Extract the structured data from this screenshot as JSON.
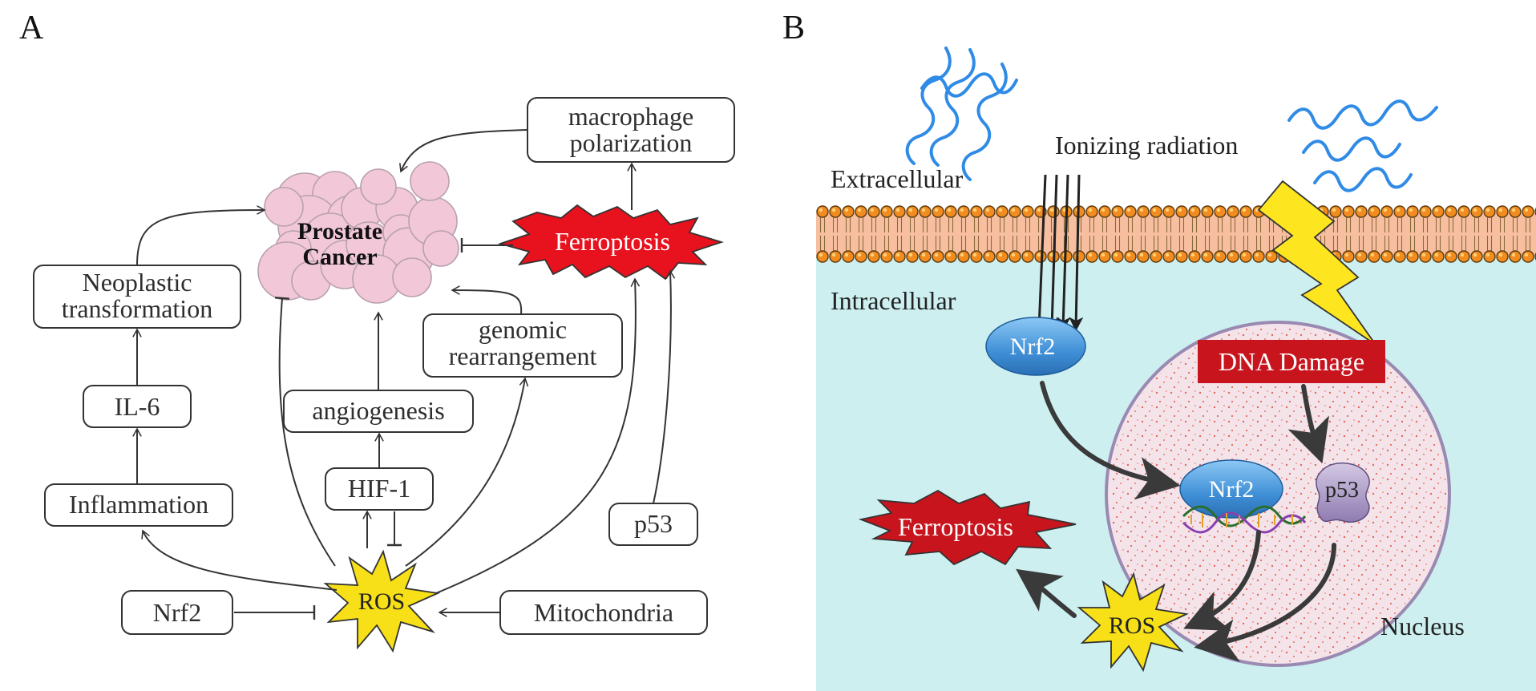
{
  "panel_a": {
    "letter": "A",
    "nodes": {
      "prostate_cancer_line1": "Prostate",
      "prostate_cancer_line2": "Cancer",
      "macrophage_line1": "macrophage",
      "macrophage_line2": "polarization",
      "ferroptosis": "Ferroptosis",
      "neoplastic_line1": "Neoplastic",
      "neoplastic_line2": "transformation",
      "genomic_line1": "genomic",
      "genomic_line2": "rearrangement",
      "il6": "IL-6",
      "angiogenesis": "angiogenesis",
      "hif1": "HIF-1",
      "inflammation": "Inflammation",
      "p53": "p53",
      "nrf2": "Nrf2",
      "ros": "ROS",
      "mitochondria": "Mitochondria"
    }
  },
  "panel_b": {
    "letter": "B",
    "labels": {
      "ionizing_radiation": "Ionizing radiation",
      "extracellular": "Extracellular",
      "intracellular": "Intracellular",
      "nrf2_cytoplasm": "Nrf2",
      "dna_damage": "DNA Damage",
      "nrf2_nucleus": "Nrf2",
      "p53": "p53",
      "ferroptosis": "Ferroptosis",
      "ros": "ROS",
      "nucleus": "Nucleus"
    }
  },
  "colors": {
    "ros_star": "#f7e017",
    "ferroptosis_red": "#e8111e",
    "ferroptosis_dark": "#c8141d",
    "dna_damage_box": "#c8141d",
    "cell_background": "#cdeff0",
    "nucleus_fill": "#f4e4ea",
    "nrf2_blue": "#4f9fe0",
    "p53_purple": "#b7a6cf",
    "radiation_wave": "#2f8be6",
    "lightning": "#fde520",
    "prostate_cloud": "#f2c8d8"
  }
}
